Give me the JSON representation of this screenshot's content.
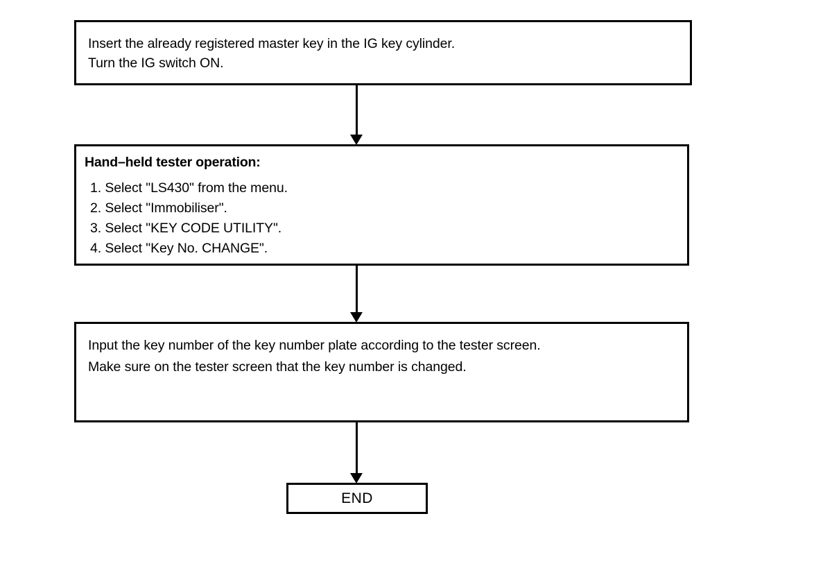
{
  "diagram": {
    "title": "Key number change procedure flowchart",
    "orientation": "top-to-bottom",
    "line_color": "#000000",
    "background_color": "#ffffff"
  },
  "nodes": {
    "start": {
      "type": "process",
      "text": "Insert the already registered master key in the IG key cylinder.\nTurn the IG switch ON."
    },
    "tester": {
      "type": "process",
      "heading": "Hand–held tester operation:",
      "steps": [
        "1. Select \"LS430\" from the menu.",
        "2. Select \"Immobiliser\".",
        "3. Select \"KEY CODE UTILITY\".",
        "4. Select \"Key No. CHANGE\"."
      ]
    },
    "input": {
      "type": "process",
      "text": "Input the key number of the key number plate according to the tester screen.\nMake sure on the tester screen that the key number is changed."
    },
    "end": {
      "type": "terminator",
      "label": "END"
    }
  },
  "connectors": [
    {
      "name": "start-to-tester",
      "from": "start",
      "to": "tester",
      "style": "arrow-down"
    },
    {
      "name": "tester-to-input",
      "from": "tester",
      "to": "input",
      "style": "arrow-down"
    },
    {
      "name": "input-to-end",
      "from": "input",
      "to": "end",
      "style": "arrow-down"
    }
  ]
}
